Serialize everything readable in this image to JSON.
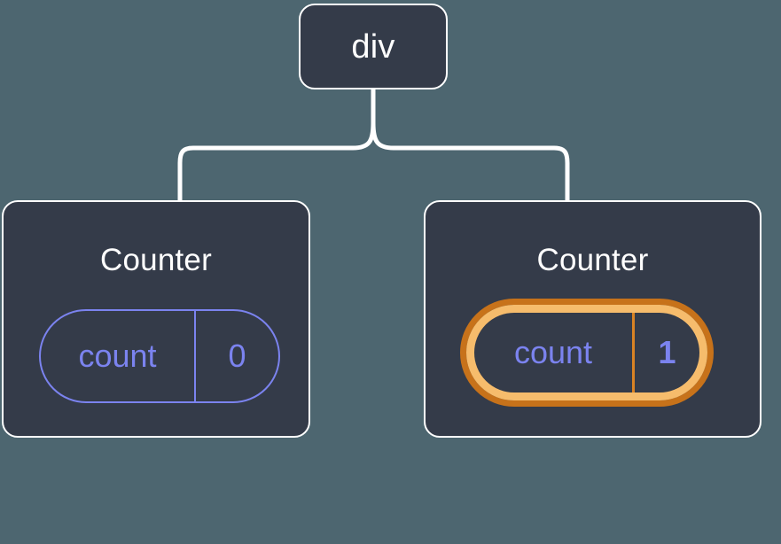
{
  "diagram": {
    "type": "component-tree",
    "background_color": "#4d6670",
    "node_fill_color": "#343b49",
    "node_border_color": "#ffffff",
    "connector_color": "#ffffff",
    "accent_blue": "#7b83ef",
    "accent_orange_outer": "#c7721a",
    "accent_orange_inner": "#f6bc6c",
    "sparkle_color": "#f7ba62",
    "root": {
      "label": "div"
    },
    "children": [
      {
        "title": "Counter",
        "state": {
          "name": "count",
          "value": "0"
        },
        "highlighted": false
      },
      {
        "title": "Counter",
        "state": {
          "name": "count",
          "value": "1"
        },
        "highlighted": true,
        "sparkles": [
          {
            "name": "sparkle-large"
          },
          {
            "name": "sparkle-small"
          }
        ]
      }
    ]
  }
}
